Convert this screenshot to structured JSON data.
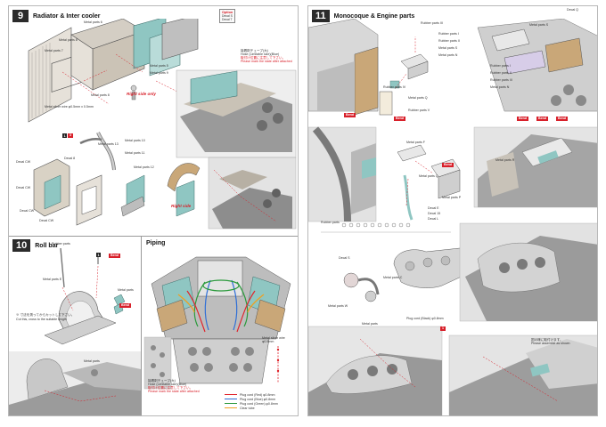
{
  "colors": {
    "accent_red": "#d8202a",
    "plug_red": "#e0242c",
    "plug_blue": "#2f6fd6",
    "plug_green": "#2b9a3c",
    "plug_orange": "#f0a020",
    "panel_teal": "#8fc6c2"
  },
  "left_page": {
    "section9": {
      "number": "9",
      "title": "Radiator & Inter cooler"
    },
    "section10": {
      "number": "10",
      "title": "Roll bar"
    },
    "piping": {
      "title": "Piping"
    },
    "option_box": {
      "heading": "Option",
      "rows": [
        "Decal S",
        "Decal T"
      ]
    },
    "s9_callouts": [
      "Metal parts 6",
      "Metal parts 8",
      "Metal parts 7",
      "Metal parts 5",
      "Metal parts 9",
      "Metal parts 8",
      "Metal parts 10",
      "Metal parts 11",
      "Metal parts 12",
      "Decal CW",
      "Decal CW",
      "Decal CW",
      "Decal 8",
      "Decal CW",
      "Metal parts 13"
    ],
    "s9_tube_note": "Metal silver wire φ0.5mm x 0.5mm",
    "red_right_side_only": "Right side only",
    "red_right_side": "Right side",
    "tube_note_lines": [
      "接着剤チューブ(大)",
      "Hose (Limitable size)(Blue)",
      "取付け位置に注意して下さい。",
      "Please mark the state after attached"
    ],
    "s10_callouts": [
      "Rubber parts",
      "Metal parts E",
      "Metal parts",
      "Metal parts"
    ],
    "s10_red_tags": [
      "Bend",
      "Bend"
    ],
    "s10_note_lines": [
      "※ 寸法を測ってからカットして下さい。",
      "Cut this, cross to the suitable length"
    ],
    "piping_tube_note": [
      "接着剤チューブ(大)",
      "Hose (Limitable size)(Blue)",
      "取付け位置に注意して下さい。",
      "Please mark the state after attached"
    ],
    "piping_side_note": [
      "Metal silver wire",
      "φ0.5mm"
    ],
    "piping_legend": [
      {
        "label": "Plug cord (Red) φ0.8mm",
        "color": "#e0242c"
      },
      {
        "label": "Plug cord (Blue) φ0.8mm",
        "color": "#2f6fd6"
      },
      {
        "label": "Plug cord (Green) φ0.8mm",
        "color": "#2b9a3c"
      },
      {
        "label": "Clear tube",
        "color": "#f0a020"
      }
    ]
  },
  "right_page": {
    "section11": {
      "number": "11",
      "title": "Monocoque & Engine parts"
    },
    "top_tag": "Decal Q",
    "callouts_top": [
      "Rubber parts III",
      "Rubber parts I",
      "Rubber parts II",
      "Metal parts S",
      "Metal parts N",
      "Rubber parts IV",
      "Metal parts Q",
      "Rubber parts V",
      "Metal parts S",
      "Rubber parts I",
      "Rubber parts II",
      "Rubber parts III",
      "Metal parts N"
    ],
    "red_tags": [
      "Bend",
      "Bend",
      "Bend",
      "Bend",
      "Bend",
      "Bend"
    ],
    "callouts_mid": [
      "Metal parts F",
      "Metal parts Q",
      "Metal parts P",
      "Metal parts R",
      "Decal E",
      "Decal 15",
      "Decal L"
    ],
    "rubber_parts_label": "Rubber parts",
    "callouts_bottom": [
      "Decal S",
      "Metal parts C",
      "Metal parts W",
      "Metal parts",
      "Plug cord (Black) φ0.8mm"
    ],
    "right_note": [
      "図の様に取付けます。",
      "Please assemble as shown"
    ],
    "red_box_num": "1"
  }
}
